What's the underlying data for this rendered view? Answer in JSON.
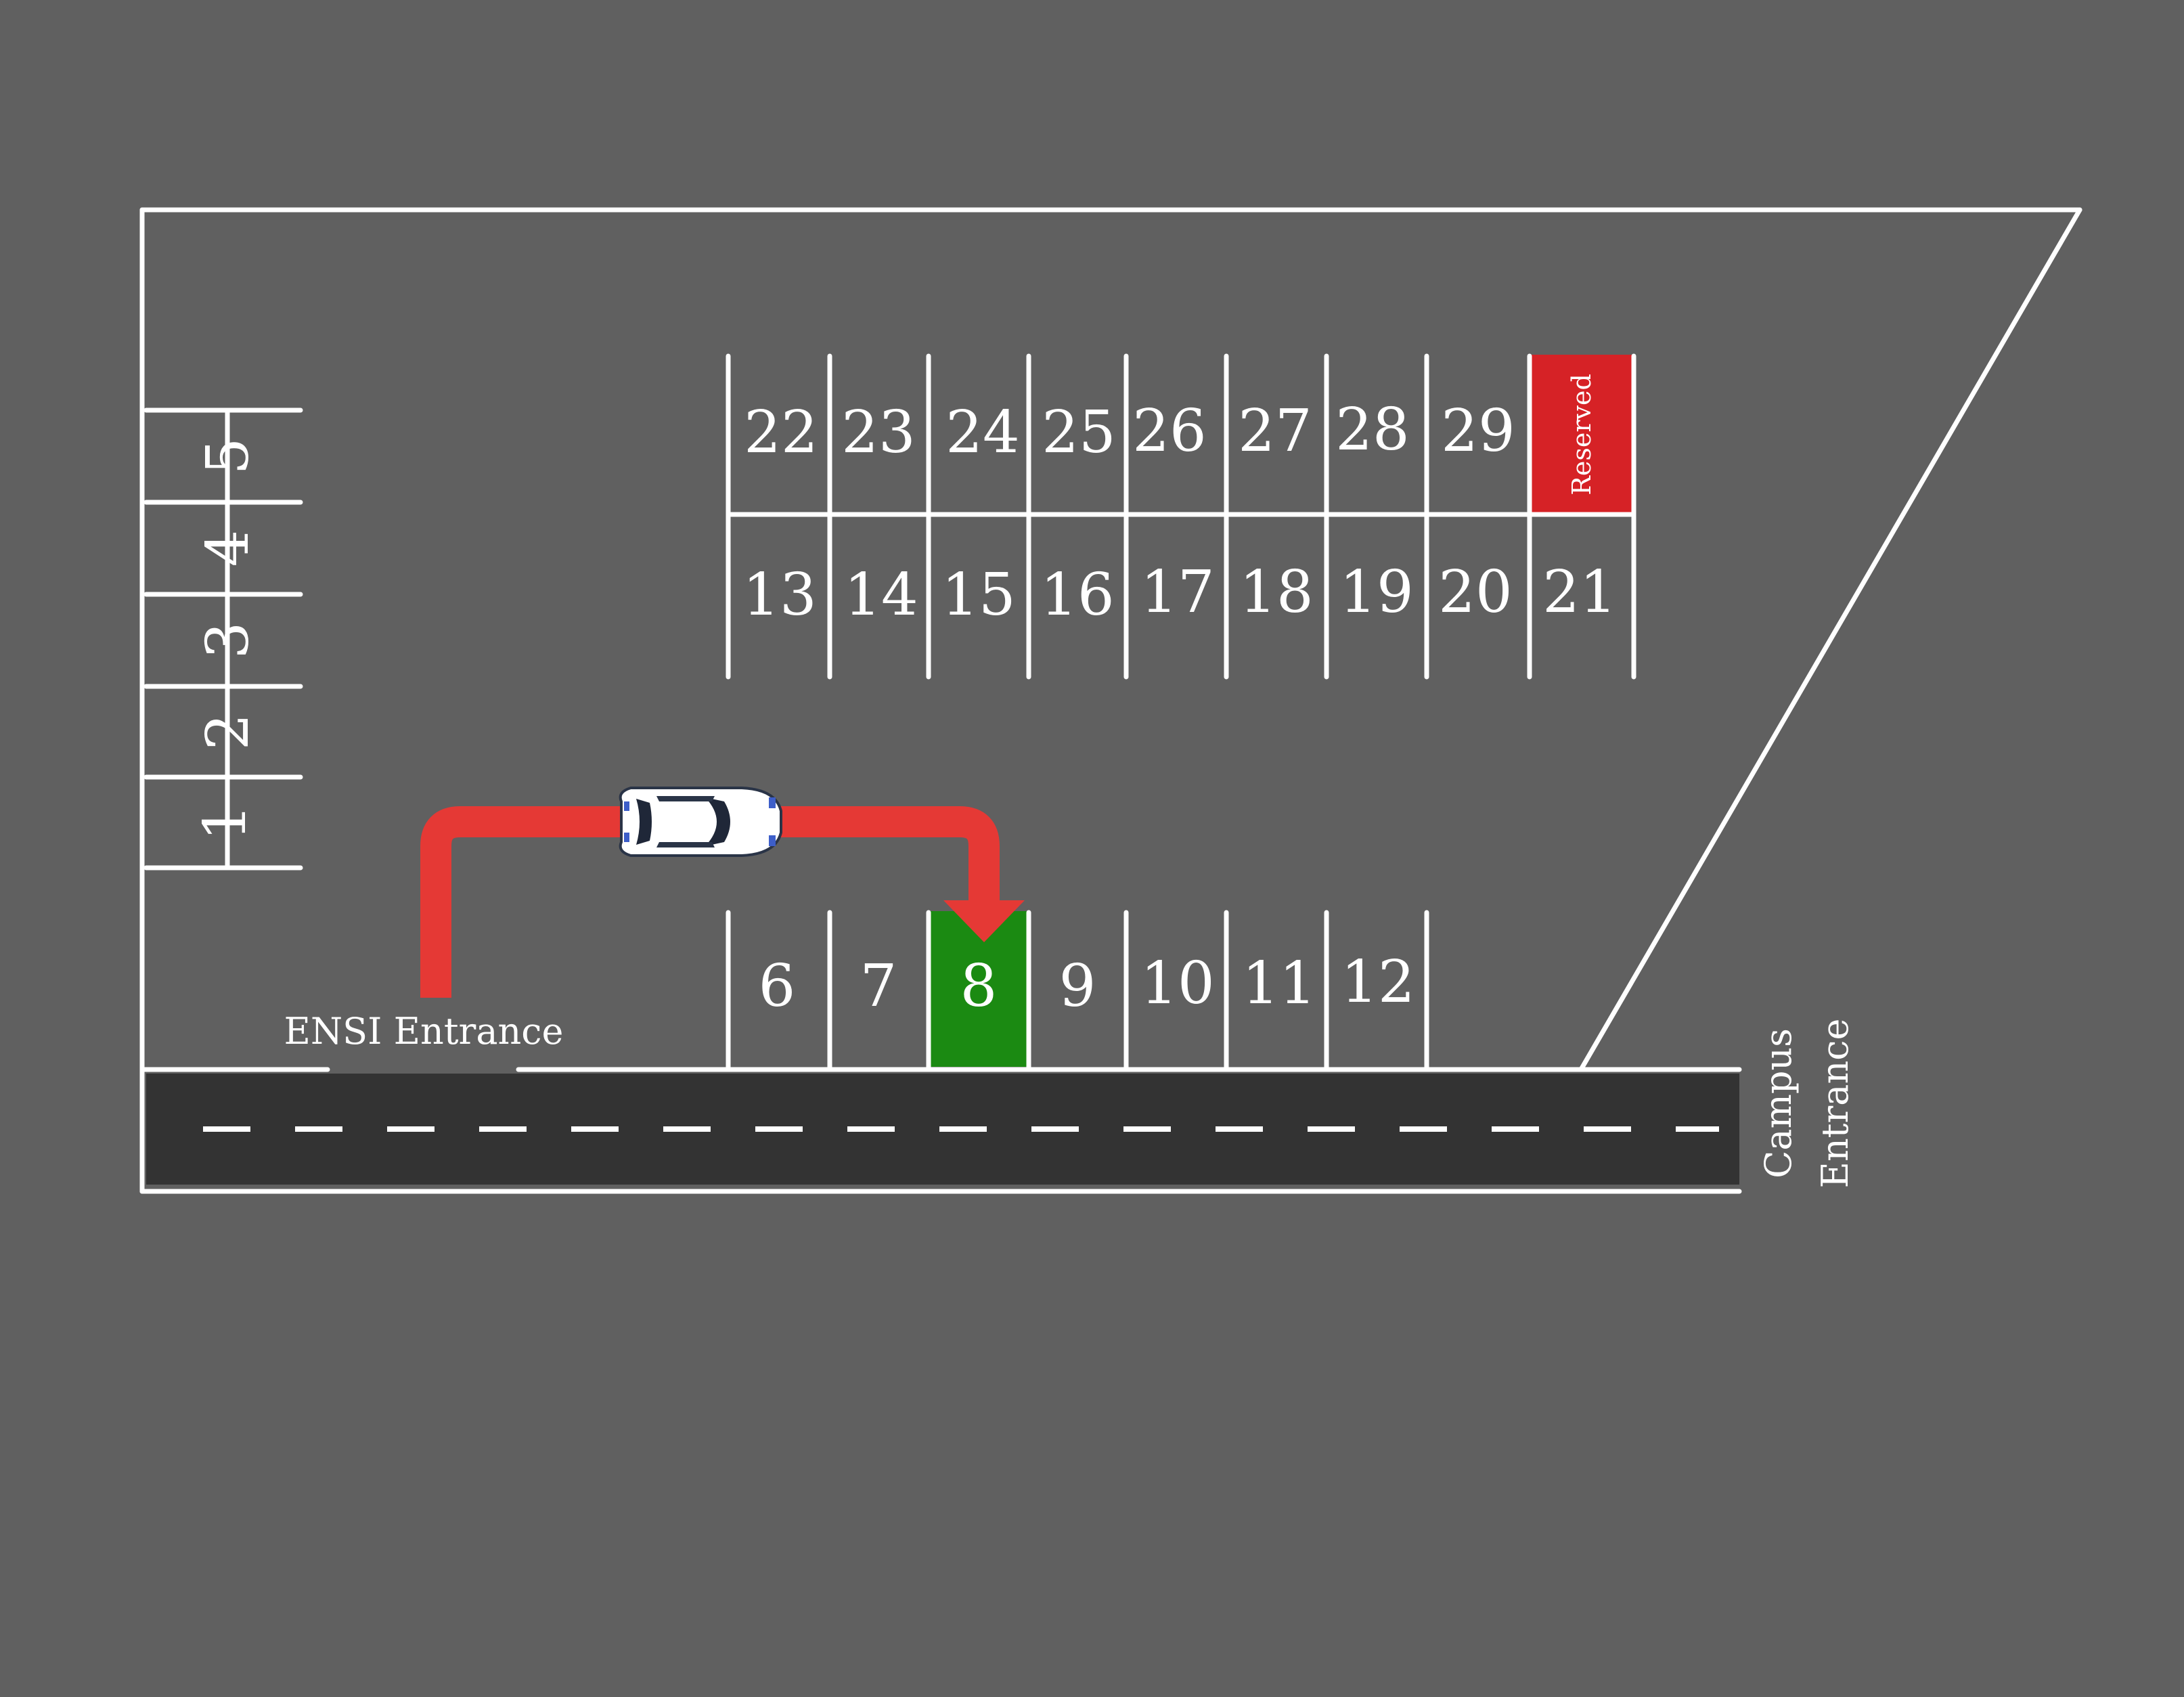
{
  "map": {
    "colors": {
      "background": "#606060",
      "lines": "#ffffff",
      "road": "#333333",
      "route": "#e53935",
      "available_spot": "#1b8a12",
      "reserved_spot": "#d62226"
    },
    "labels": {
      "ensi_entrance": "ENSI Entrance",
      "campus_entrance_line1": "Campus",
      "campus_entrance_line2": "Entrance"
    },
    "left_column_spots": [
      "1",
      "2",
      "3",
      "4",
      "5"
    ],
    "bottom_row_spots": [
      "6",
      "7",
      "8",
      "9",
      "10",
      "11",
      "12"
    ],
    "middle_row_spots": [
      "13",
      "14",
      "15",
      "16",
      "17",
      "18",
      "19",
      "20",
      "21"
    ],
    "top_row_spots": [
      "22",
      "23",
      "24",
      "25",
      "26",
      "27",
      "28",
      "29"
    ],
    "reserved_spot_label": "Reserved",
    "target_spot": "8",
    "car_icon": "car-icon",
    "route_arrow_icon": "route-arrow-icon"
  }
}
